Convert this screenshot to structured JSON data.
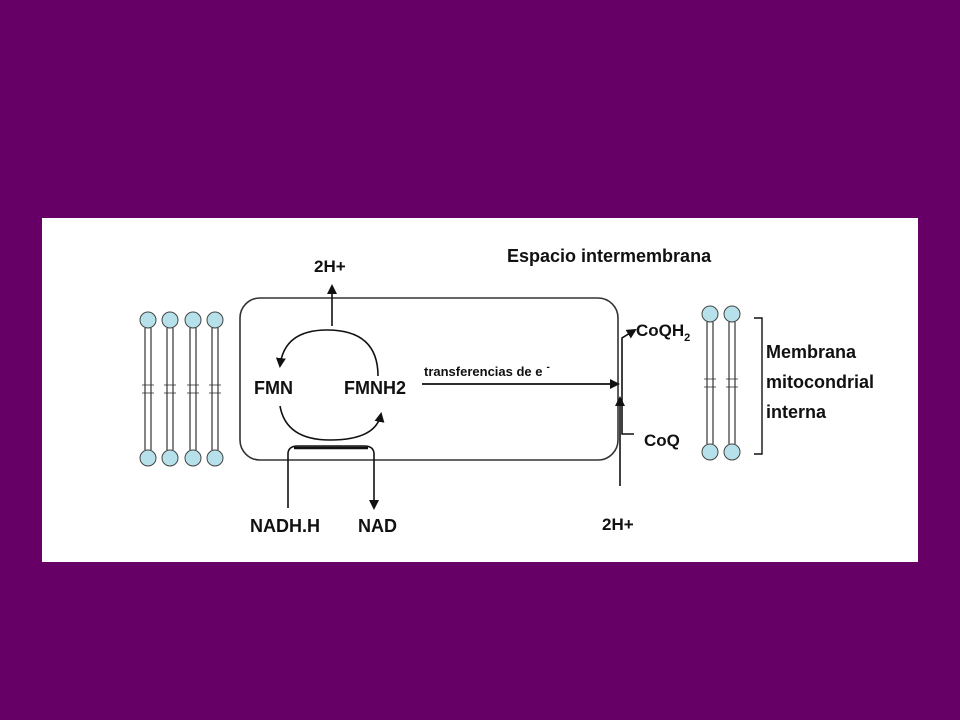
{
  "colors": {
    "background": "#660066",
    "panel": "#ffffff",
    "lipid_head": "#b7e1ea",
    "ink": "#111111"
  },
  "labels": {
    "space_title": "Espacio  intermembrana",
    "proton_top": "2H+",
    "proton_bottom": "2H+",
    "fmn": "FMN",
    "fmnh2": "FMNH2",
    "transfer": "transferencias de e",
    "transfer_sup": "-",
    "coqh2_base": "CoQH",
    "coqh2_sub": "2",
    "coq": "CoQ",
    "nadh": "NADH.H",
    "nad": "NAD",
    "membrane_line1": "Membrana",
    "membrane_line2": "mitocondrial",
    "membrane_line3": "interna"
  }
}
